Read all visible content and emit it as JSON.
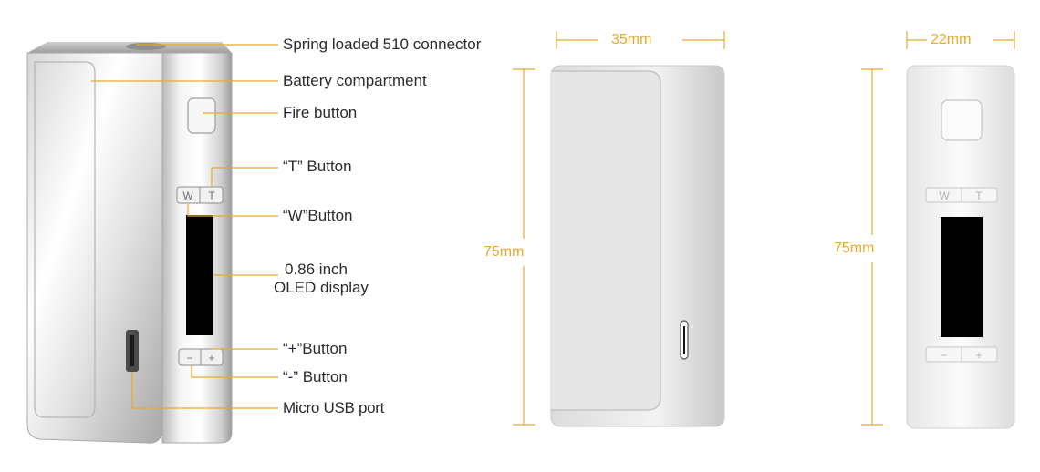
{
  "callouts": {
    "spring_connector": "Spring loaded 510 connector",
    "battery_compartment": "Battery compartment",
    "fire_button": "Fire button",
    "t_button": "“T” Button",
    "w_button": "“W”Button",
    "display_line1": "0.86 inch",
    "display_line2": "OLED display",
    "plus_button": "“+”Button",
    "minus_button": "“-” Button",
    "usb_port": "Micro USB port"
  },
  "device_buttons": {
    "w": "W",
    "t": "T",
    "minus": "−",
    "plus": "+"
  },
  "dimensions": {
    "width_side": "35mm",
    "width_front": "22mm",
    "height_side": "75mm",
    "height_front": "75mm"
  },
  "colors": {
    "dimension": "#e8a92a",
    "leader": "#e8a92a",
    "label": "#2b2b2b",
    "screen": "#000000"
  }
}
